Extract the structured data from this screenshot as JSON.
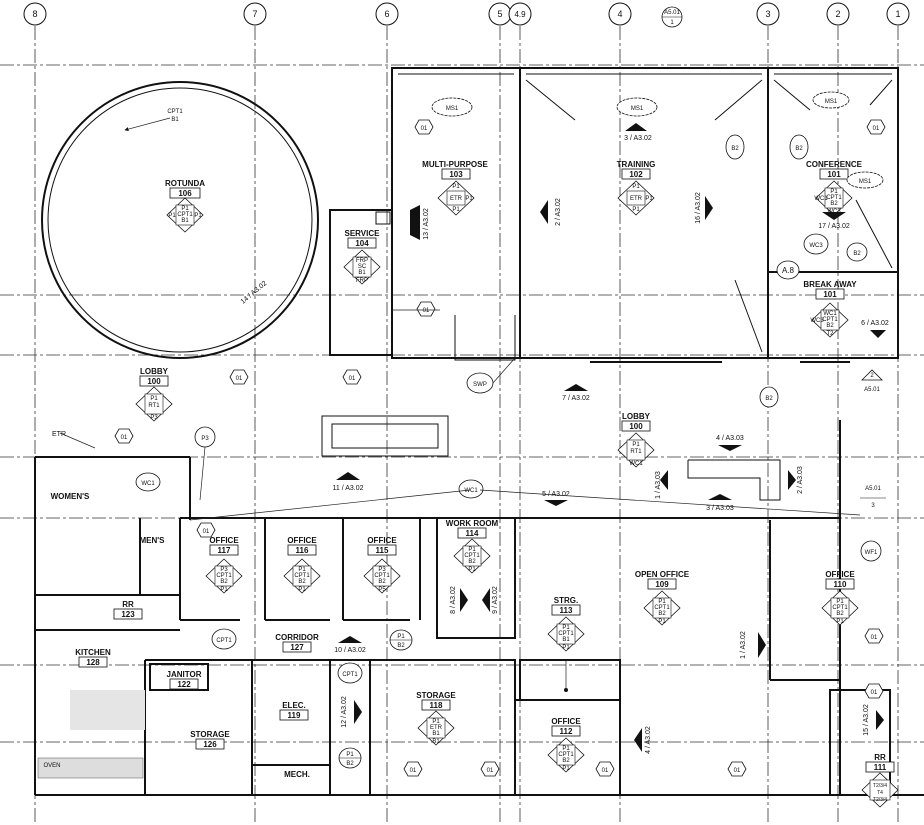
{
  "grid_lines": [
    "8",
    "7",
    "6",
    "5",
    "4.9",
    "4",
    "3",
    "2",
    "1"
  ],
  "section_marker": {
    "ref": "A5.01",
    "num": "1"
  },
  "rooms": [
    {
      "id": "rotunda",
      "name": "ROTUNDA",
      "number": "106",
      "finishes": [
        "P1",
        "CPT1",
        "B1",
        "P1",
        "P1"
      ],
      "floor_note": "CPT1",
      "base_note": "B1"
    },
    {
      "id": "service",
      "name": "SERVICE",
      "number": "104",
      "finishes": [
        "FRP",
        "SC",
        "B1",
        "FRP"
      ]
    },
    {
      "id": "multipurpose",
      "name": "MULTI-PURPOSE",
      "number": "103",
      "finishes": [
        "P1",
        "ETR",
        "P1",
        "P1"
      ]
    },
    {
      "id": "training",
      "name": "TRAINING",
      "number": "102",
      "finishes": [
        "P1",
        "ETR",
        "P1",
        "P1"
      ]
    },
    {
      "id": "conference",
      "name": "CONFERENCE",
      "number": "101",
      "finishes": [
        "P1",
        "CPT1",
        "B2",
        "WC1",
        "WC3"
      ]
    },
    {
      "id": "breakaway",
      "name": "BREAK AWAY",
      "number": "101",
      "finishes": [
        "WC1",
        "CPT1",
        "B2",
        "T2",
        "WC3"
      ]
    },
    {
      "id": "lobby-west",
      "name": "LOBBY",
      "number": "100",
      "finishes": [
        "P1",
        "RT1",
        "P3"
      ]
    },
    {
      "id": "lobby-main",
      "name": "LOBBY",
      "number": "100",
      "finishes": [
        "P1",
        "RT1",
        "WC1"
      ]
    },
    {
      "id": "womens",
      "name": "WOMEN'S",
      "number": ""
    },
    {
      "id": "mens",
      "name": "MEN'S",
      "number": ""
    },
    {
      "id": "office117",
      "name": "OFFICE",
      "number": "117",
      "finishes": [
        "P3",
        "CPT1",
        "B2",
        "P1"
      ]
    },
    {
      "id": "office116",
      "name": "OFFICE",
      "number": "116",
      "finishes": [
        "P1",
        "CPT1",
        "B2",
        "P1"
      ]
    },
    {
      "id": "office115",
      "name": "OFFICE",
      "number": "115",
      "finishes": [
        "P3",
        "CPT1",
        "B2",
        "P5"
      ]
    },
    {
      "id": "workroom",
      "name": "WORK ROOM",
      "number": "114",
      "finishes": [
        "P1",
        "CPT1",
        "B2",
        "P1"
      ]
    },
    {
      "id": "storage113",
      "name": "STRG.",
      "number": "113",
      "finishes": [
        "P1",
        "CPT1",
        "B1",
        "P1"
      ]
    },
    {
      "id": "openoffice",
      "name": "OPEN OFFICE",
      "number": "109",
      "finishes": [
        "P1",
        "CPT1",
        "B2",
        "P1"
      ]
    },
    {
      "id": "office110",
      "name": "OFFICE",
      "number": "110",
      "finishes": [
        "P1",
        "CPT1",
        "B2",
        "P1"
      ]
    },
    {
      "id": "rr123",
      "name": "RR",
      "number": "123"
    },
    {
      "id": "kitchen",
      "name": "KITCHEN",
      "number": "128"
    },
    {
      "id": "corridor",
      "name": "CORRIDOR",
      "number": "127"
    },
    {
      "id": "janitor",
      "name": "JANITOR",
      "number": "122"
    },
    {
      "id": "storage126",
      "name": "STORAGE",
      "number": "126"
    },
    {
      "id": "elec",
      "name": "ELEC.",
      "number": "119"
    },
    {
      "id": "mech",
      "name": "MECH.",
      "number": ""
    },
    {
      "id": "storage118",
      "name": "STORAGE",
      "number": "118",
      "finishes": [
        "P1",
        "ETR",
        "B1",
        "B1"
      ]
    },
    {
      "id": "office112",
      "name": "OFFICE",
      "number": "112",
      "finishes": [
        "P1",
        "CPT1",
        "B2",
        "P1"
      ]
    },
    {
      "id": "rr111",
      "name": "RR",
      "number": "111",
      "finishes": [
        "T2/3/4",
        "T4",
        "T2/3/4"
      ]
    }
  ],
  "elevation_refs": [
    "14 / A3.02",
    "13 / A3.02",
    "3 / A3.02",
    "2 / A3.02",
    "16 / A3.02",
    "17 / A3.02",
    "6 / A3.02",
    "7 / A3.02",
    "4 / A3.03",
    "1 / A3.03",
    "2 / A3.03",
    "3 / A3.03",
    "11 / A3.02",
    "5 / A3.02",
    "8 / A3.02",
    "9 / A3.02",
    "10 / A3.02",
    "12 / A3.02",
    "1 / A3.02",
    "4 / A3.02",
    "15 / A3.02"
  ],
  "finish_tags": {
    "ms1": "MS1",
    "b2": "B2",
    "wc3": "WC3",
    "wc1": "WC1",
    "p3": "P3",
    "cpt1": "CPT1",
    "wf1": "WF1",
    "etr": "ETR",
    "swp": "SWP",
    "p1b2_top": "P1",
    "p1b2_bottom": "B2",
    "zero_one": "01",
    "a8": "A.8",
    "a501": "A5.01",
    "a501_num2": "2",
    "a501_num3": "3",
    "oven": "OVEN"
  }
}
